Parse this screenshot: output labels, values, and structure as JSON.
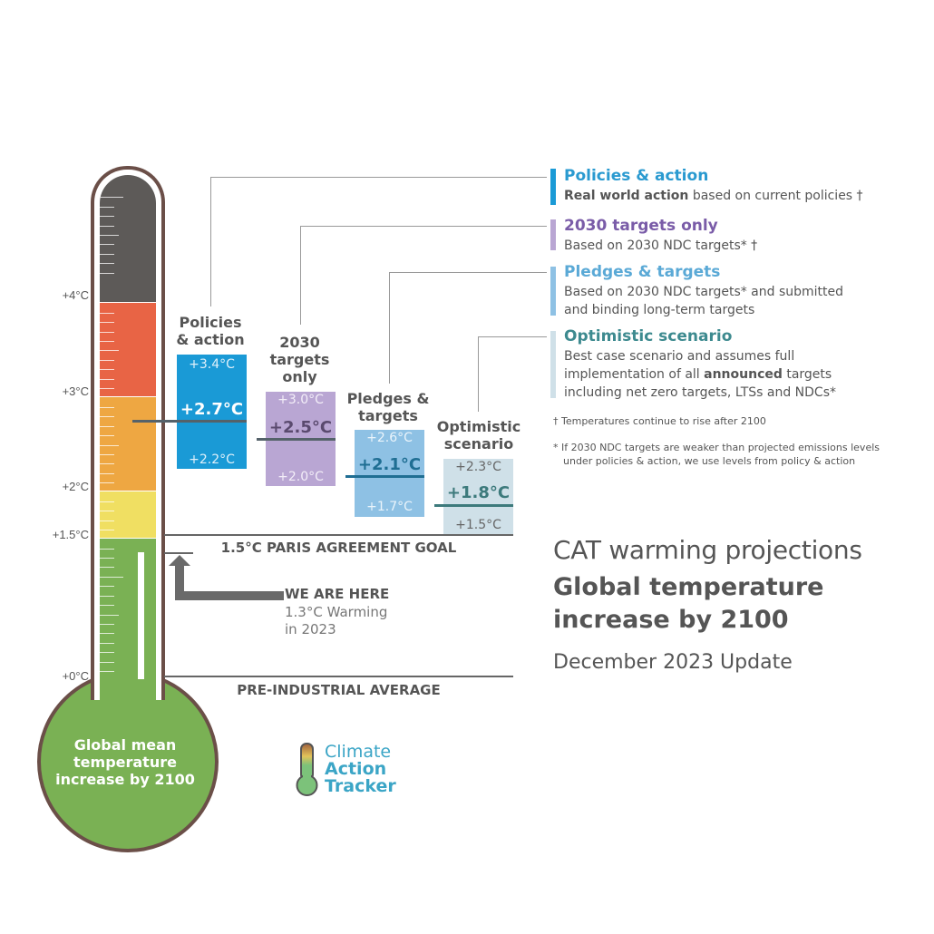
{
  "chart_data": {
    "type": "range-bar",
    "title": "CAT warming projections",
    "subtitle": "Global temperature increase by 2100",
    "update": "December 2023 Update",
    "ylabel": "Global mean temperature increase by 2100",
    "yticks": [
      "+0°C",
      "+1.5°C",
      "+2°C",
      "+3°C",
      "+4°C"
    ],
    "ylim": [
      0,
      5
    ],
    "categories": [
      "Policies & action",
      "2030 targets only",
      "Pledges & targets",
      "Optimistic scenario"
    ],
    "series": [
      {
        "name": "central",
        "values": [
          2.7,
          2.5,
          2.1,
          1.8
        ]
      },
      {
        "name": "high",
        "values": [
          3.4,
          3.0,
          2.6,
          2.3
        ]
      },
      {
        "name": "low",
        "values": [
          2.2,
          2.0,
          1.7,
          1.5
        ]
      }
    ],
    "colors": [
      "#1a9ad6",
      "#b9a6d3",
      "#8ec1e4",
      "#cfe0e8"
    ],
    "annotations": [
      {
        "label": "1.5°C PARIS AGREEMENT GOAL",
        "y": 1.5
      },
      {
        "label": "PRE-INDUSTRIAL AVERAGE",
        "y": 0
      },
      {
        "label": "WE ARE HERE",
        "detail": "1.3°C Warming in 2023",
        "y": 1.3
      }
    ]
  },
  "thermometer": {
    "ticks": {
      "t0": "+0°C",
      "t15": "+1.5°C",
      "t2": "+2°C",
      "t3": "+3°C",
      "t4": "+4°C"
    },
    "bulb_text": "Global mean temperature increase by 2100",
    "band_colors": {
      "gray": "#5d5a58",
      "red": "#e86445",
      "orange": "#eea742",
      "yellow": "#f0df62",
      "green": "#7ab154"
    }
  },
  "scenarios": [
    {
      "title_l1": "Policies",
      "title_l2": "& action",
      "high": "+3.4°C",
      "mid": "+2.7°C",
      "low": "+2.2°C",
      "color": "#1a9ad6"
    },
    {
      "title_l1": "2030",
      "title_l2": "targets",
      "title_l3": "only",
      "high": "+3.0°C",
      "mid": "+2.5°C",
      "low": "+2.0°C",
      "color": "#b9a6d3"
    },
    {
      "title_l1": "Pledges &",
      "title_l2": "targets",
      "high": "+2.6°C",
      "mid": "+2.1°C",
      "low": "+1.7°C",
      "color": "#8ec1e4"
    },
    {
      "title_l1": "Optimistic",
      "title_l2": "scenario",
      "high": "+2.3°C",
      "mid": "+1.8°C",
      "low": "+1.5°C",
      "color": "#cfe0e8"
    }
  ],
  "legend": [
    {
      "title": "Policies & action",
      "desc_bold": "Real world action",
      "desc": " based on current policies †",
      "color": "#1a9ad6",
      "title_color": "#2a9ad0"
    },
    {
      "title": "2030 targets only",
      "desc": "Based on 2030 NDC targets* †",
      "color": "#b9a6d3",
      "title_color": "#7a5ca8"
    },
    {
      "title": "Pledges & targets",
      "desc": "Based on 2030 NDC targets* and submitted and binding long-term targets",
      "color": "#8ec1e4",
      "title_color": "#5aa9d6"
    },
    {
      "title": "Optimistic scenario",
      "desc_pre": "Best case scenario and assumes full implementation of all ",
      "desc_bold": "announced",
      "desc_post": " targets including net zero targets, LTSs and NDCs*",
      "color": "#cfe0e8",
      "title_color": "#3d8a8f"
    }
  ],
  "notes": {
    "dagger": "† Temperatures continue to rise after 2100",
    "asterisk_l1": "* If 2030 NDC targets are weaker than projected emissions levels",
    "asterisk_l2": "under policies & action, we use levels from policy & action"
  },
  "reference": {
    "paris": "1.5°C PARIS AGREEMENT GOAL",
    "preindustrial": "PRE-INDUSTRIAL AVERAGE",
    "here_title": "WE ARE HERE",
    "here_l1": "1.3°C Warming",
    "here_l2": "in 2023"
  },
  "titles": {
    "line1": "CAT warming projections",
    "line2": "Global temperature",
    "line3": "increase by 2100",
    "line4": "December 2023 Update"
  },
  "logo": {
    "l1": "Climate",
    "l2": "Action",
    "l3": "Tracker"
  }
}
